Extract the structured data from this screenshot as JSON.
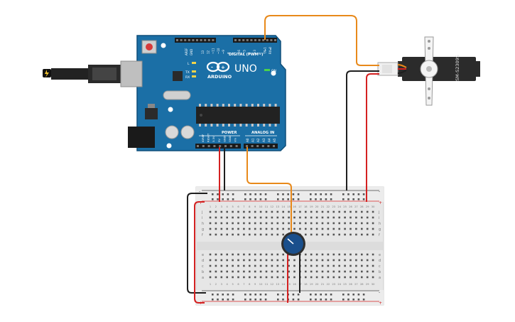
{
  "arduino": {
    "brand": "ARDUINO",
    "model": "UNO",
    "digital_header": "DIGITAL (PWM~)",
    "power_header": "POWER",
    "analog_header": "ANALOG IN",
    "on_label": "ON",
    "tx_label": "TX",
    "rx_label": "RX",
    "l_label": "L",
    "aref_label": "AREF",
    "gnd_label": "GND",
    "digital_pins": [
      "13",
      "12",
      "~11",
      "~10",
      "~9",
      "8",
      "7",
      "~6",
      "~5",
      "4",
      "~3",
      "2",
      "TX▸1",
      "RX◂0"
    ],
    "power_pins": [
      "IOREF",
      "RESET",
      "3.3V",
      "5V",
      "GND",
      "GND",
      "Vin"
    ],
    "analog_pins": [
      "A0",
      "A1",
      "A2",
      "A3",
      "A4",
      "A5"
    ]
  },
  "servo": {
    "model": "SM-S2309S"
  },
  "breadboard": {
    "row_letters_top": [
      "j",
      "i",
      "h",
      "g",
      "f"
    ],
    "row_letters_bottom": [
      "e",
      "d",
      "c",
      "b",
      "a"
    ],
    "rail_plus": "+",
    "rail_minus": "-",
    "column_numbers": [
      "1",
      "2",
      "3",
      "4",
      "5",
      "6",
      "7",
      "8",
      "9",
      "10",
      "11",
      "12",
      "13",
      "14",
      "15",
      "16",
      "17",
      "18",
      "19",
      "20",
      "21",
      "22",
      "23",
      "24",
      "25",
      "26",
      "27",
      "28",
      "29",
      "30"
    ]
  },
  "colors": {
    "board": "#1b6fa6",
    "board_dark": "#125b8a",
    "wire_orange": "#e8891a",
    "wire_red": "#d42121",
    "wire_black": "#1f1f1f",
    "breadboard": "#e6e6e6",
    "pot_blue": "#1a4f8c"
  }
}
